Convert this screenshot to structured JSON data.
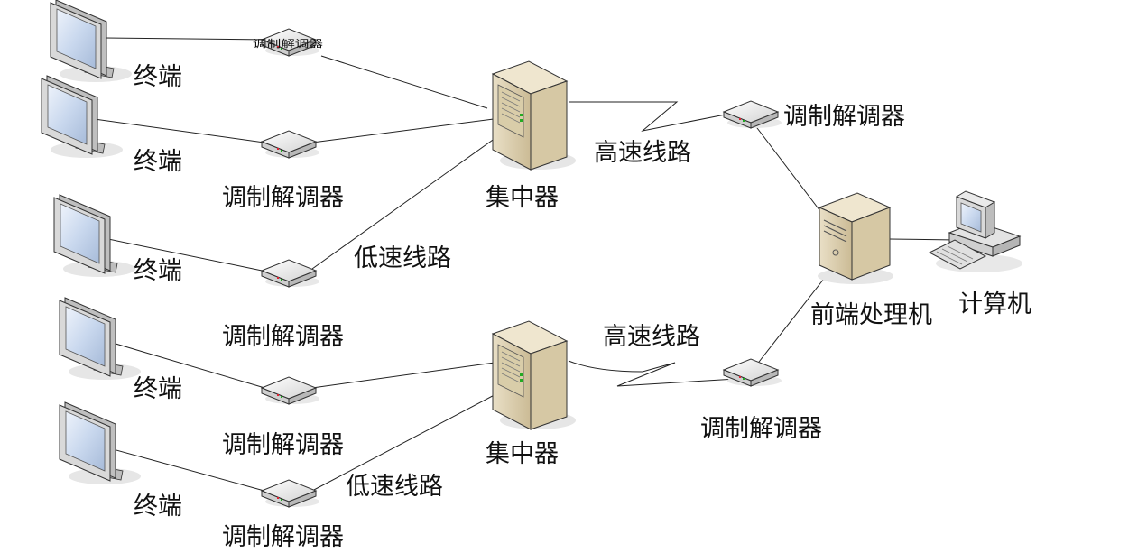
{
  "labels": {
    "terminal": "终端",
    "modem": "调制解调器",
    "concentrator": "集中器",
    "low_speed_line": "低速线路",
    "high_speed_line": "高速线路",
    "frontend_processor": "前端处理机",
    "computer": "计算机"
  },
  "terminals": [
    {
      "label": "终端"
    },
    {
      "label": "终端"
    },
    {
      "label": "终端"
    },
    {
      "label": "终端"
    },
    {
      "label": "终端"
    }
  ],
  "modems_left": [
    {
      "label": "调制解调器"
    },
    {
      "label": "调制解调器"
    },
    {
      "label": "调制解调器"
    },
    {
      "label": "调制解调器"
    },
    {
      "label": "调制解调器"
    }
  ],
  "concentrators": [
    {
      "label": "集中器"
    },
    {
      "label": "集中器"
    }
  ],
  "low_speed_lines": [
    {
      "label": "低速线路"
    },
    {
      "label": "低速线路"
    }
  ],
  "high_speed_lines": [
    {
      "label": "高速线路"
    },
    {
      "label": "高速线路"
    }
  ],
  "modems_right": [
    {
      "label": "调制解调器"
    },
    {
      "label": "调制解调器"
    }
  ],
  "frontend_processor": {
    "label": "前端处理机"
  },
  "computer": {
    "label": "计算机"
  }
}
